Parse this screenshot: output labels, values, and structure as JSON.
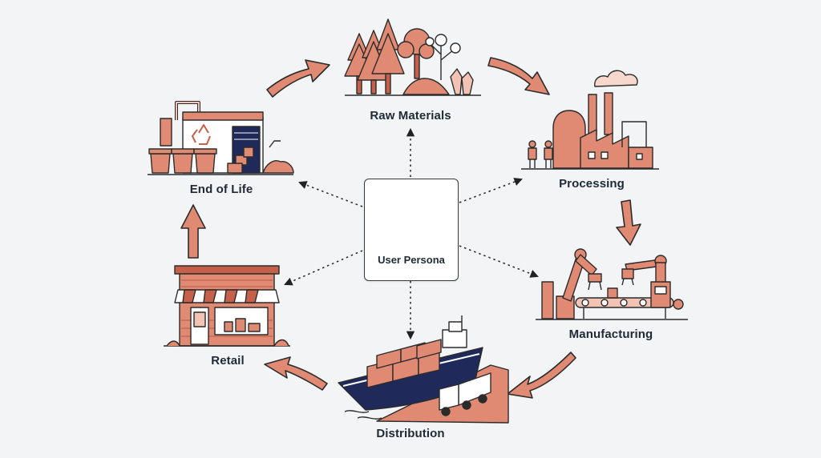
{
  "nodes": {
    "raw_materials": {
      "label": "Raw Materials"
    },
    "processing": {
      "label": "Processing"
    },
    "manufacturing": {
      "label": "Manufacturing"
    },
    "distribution": {
      "label": "Distribution"
    },
    "retail": {
      "label": "Retail"
    },
    "end_of_life": {
      "label": "End of Life"
    }
  },
  "persona": {
    "label": "User Persona"
  },
  "colors": {
    "accent": "#e08a73",
    "accent_dark": "#c5604a",
    "outline": "#2b2b2b",
    "navy": "#1f2a5a",
    "background": "#f3f4f6"
  }
}
